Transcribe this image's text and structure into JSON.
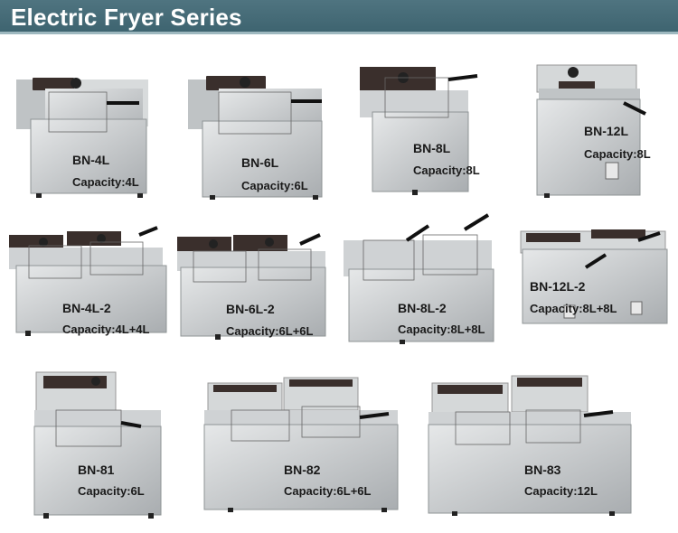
{
  "header": {
    "title": "Electric Fryer Series"
  },
  "products": [
    {
      "model": "BN-4L",
      "capacity": "Capacity:4L"
    },
    {
      "model": "BN-6L",
      "capacity": "Capacity:6L"
    },
    {
      "model": "BN-8L",
      "capacity": "Capacity:8L"
    },
    {
      "model": "BN-12L",
      "capacity": "Capacity:8L"
    },
    {
      "model": "BN-4L-2",
      "capacity": "Capacity:4L+4L"
    },
    {
      "model": "BN-6L-2",
      "capacity": "Capacity:6L+6L"
    },
    {
      "model": "BN-8L-2",
      "capacity": "Capacity:8L+8L"
    },
    {
      "model": "BN-12L-2",
      "capacity": "Capacity:8L+8L"
    },
    {
      "model": "BN-81",
      "capacity": "Capacity:6L"
    },
    {
      "model": "BN-82",
      "capacity": "Capacity:6L+6L"
    },
    {
      "model": "BN-83",
      "capacity": "Capacity:12L"
    }
  ],
  "colors": {
    "header": "#46707c",
    "steel": "#c9ccce",
    "panel": "#3a2f2c"
  }
}
